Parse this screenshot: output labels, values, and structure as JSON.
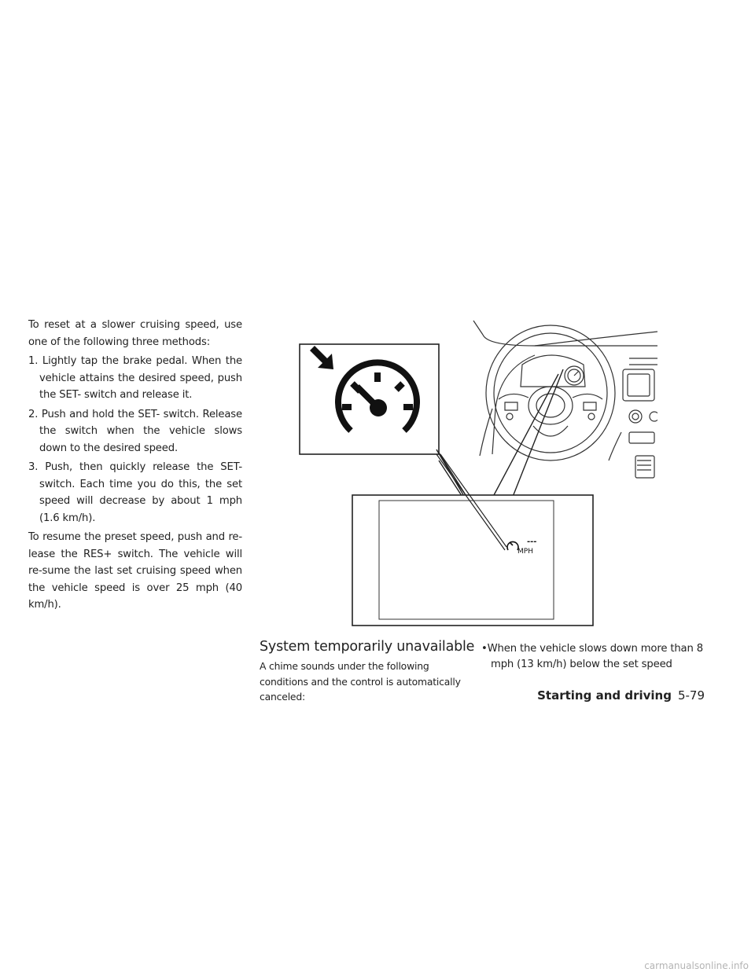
{
  "left_column": {
    "intro": "To reset at a slower cruising speed, use one of the following three methods:",
    "methods": [
      "1. Lightly tap the brake pedal. When the vehicle attains the desired speed, push the SET- switch and release it.",
      "2. Push and hold the SET- switch. Release the switch when the vehicle slows down to the desired speed.",
      "3. Push, then quickly release the SET- switch. Each time you do this, the set speed will decrease by about 1 mph (1.6 km/h)."
    ],
    "resume": "To resume the preset speed, push and re-lease the RES+ switch. The vehicle will re-sume the last set cruising speed when the vehicle speed is over 25 mph (40 km/h)."
  },
  "figure": {
    "display_dashes": "---",
    "display_unit": "MPH",
    "icons": [
      "cruise-speedometer-icon",
      "pointer-arrow-icon"
    ]
  },
  "section": {
    "heading": "System temporarily unavailable",
    "body": "A chime sounds under the following conditions and the control is automatically canceled:",
    "bullets": [
      "When the vehicle slows down more than 8 mph (13 km/h) below the set speed"
    ]
  },
  "footer": {
    "section_name": "Starting and driving",
    "page_number": "5-79"
  },
  "watermark": "carmanualsonline.info"
}
